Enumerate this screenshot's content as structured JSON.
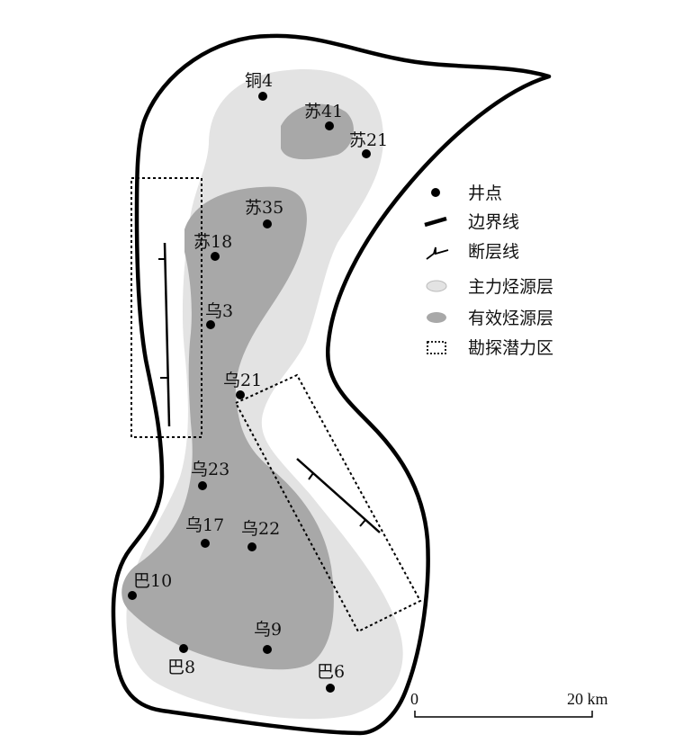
{
  "map": {
    "wells": [
      {
        "name": "铜4"
      },
      {
        "name": "苏41"
      },
      {
        "name": "苏21"
      },
      {
        "name": "苏35"
      },
      {
        "name": "苏18"
      },
      {
        "name": "乌3"
      },
      {
        "name": "乌21"
      },
      {
        "name": "乌23"
      },
      {
        "name": "乌17"
      },
      {
        "name": "乌22"
      },
      {
        "name": "巴10"
      },
      {
        "name": "乌9"
      },
      {
        "name": "巴8"
      },
      {
        "name": "巴6"
      }
    ],
    "legend": {
      "well": "井点",
      "boundary": "边界线",
      "fault": "断层线",
      "main_source": "主力烃源层",
      "effective_source": "有效烃源层",
      "potential_zone": "勘探潜力区"
    },
    "scale": {
      "start": "0",
      "end": "20 km"
    },
    "colors": {
      "main_source": "#e3e3e3",
      "effective_source": "#a8a8a8",
      "boundary": "#000000"
    }
  }
}
